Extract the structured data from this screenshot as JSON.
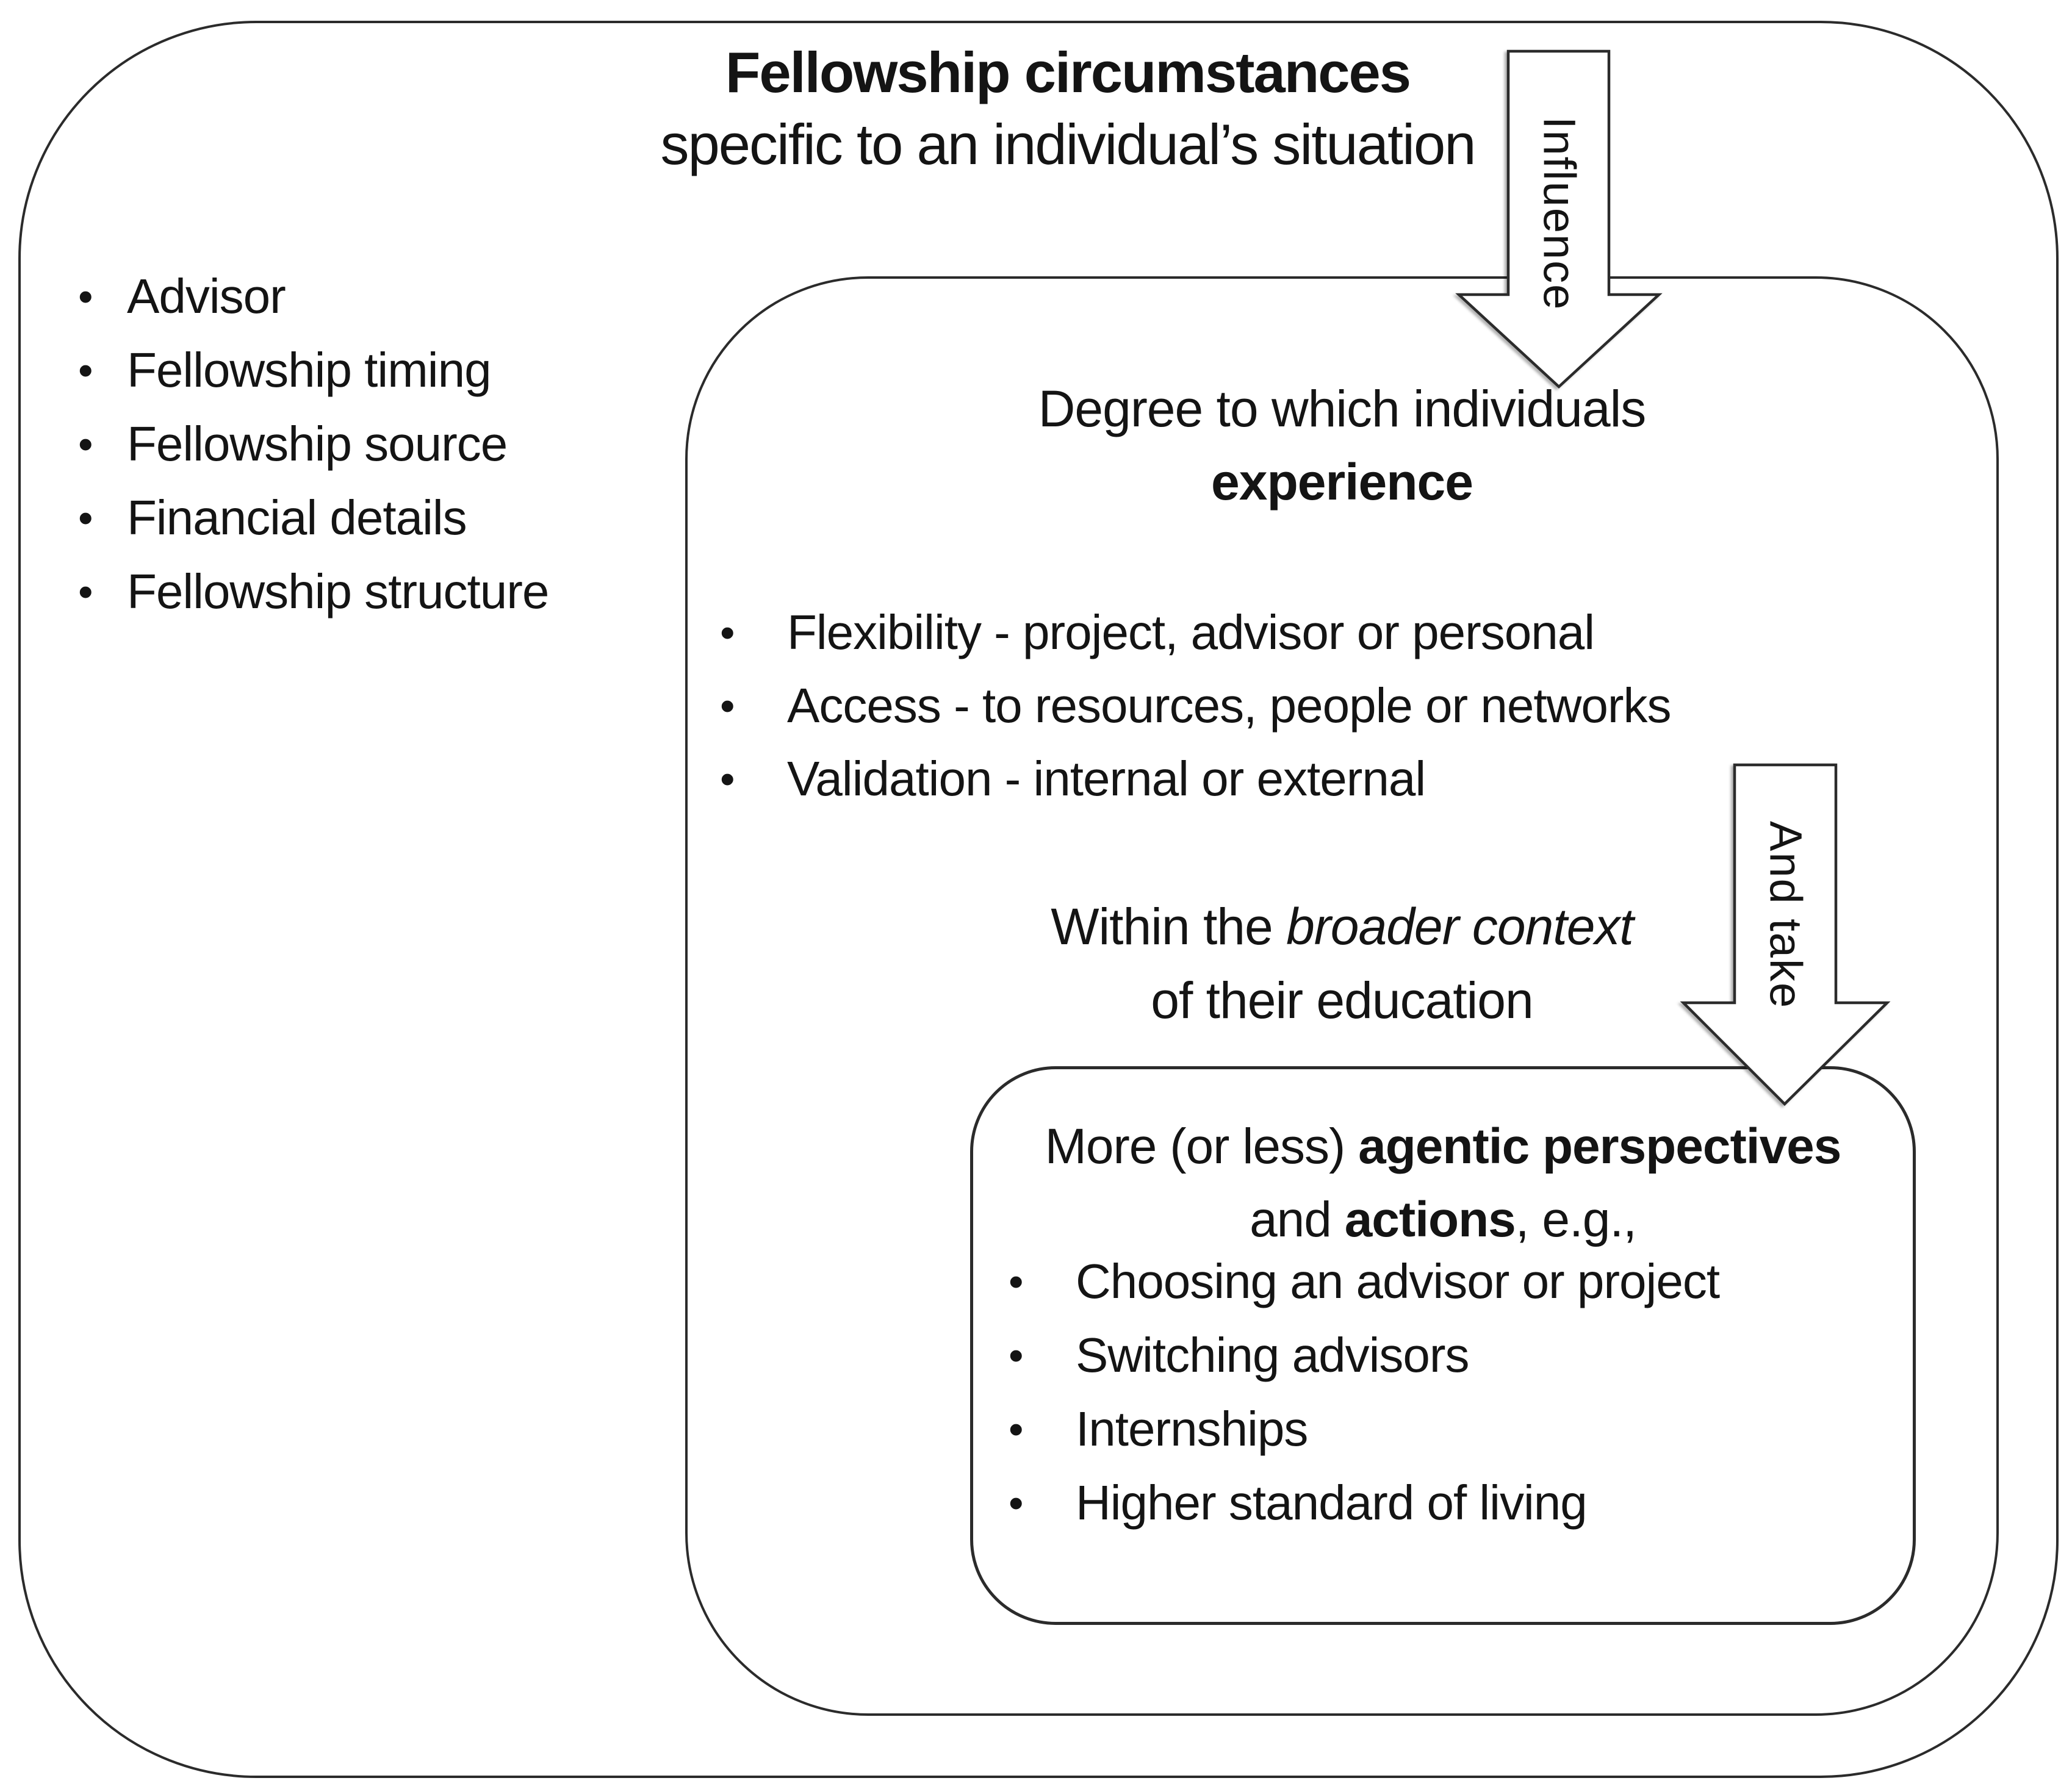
{
  "diagram": {
    "outer_box": {
      "title_line1": "Fellowship circumstances",
      "title_line2": "specific to an individual’s situation",
      "bullets": [
        "Advisor",
        "Fellowship timing",
        "Fellowship source",
        "Financial details",
        "Fellowship structure"
      ]
    },
    "influence_arrow": {
      "label": "Influence"
    },
    "middle_box": {
      "title_line1": "Degree to which individuals",
      "title_line2": "experience",
      "bullets": [
        "Flexibility - project, advisor or personal",
        "Access - to resources, people or networks",
        "Validation - internal or external"
      ],
      "context_line1_prefix": "Within the ",
      "context_line1_italic": "broader context",
      "context_line2": "of their education"
    },
    "and_take_arrow": {
      "label": "And take"
    },
    "inner_box": {
      "title_line1_prefix": "More (or less) ",
      "title_line1_bold": "agentic perspectives",
      "title_line2_prefix": "and ",
      "title_line2_bold": "actions",
      "title_line2_suffix": ", e.g.,",
      "bullets": [
        "Choosing an advisor or project",
        "Switching advisors",
        "Internships",
        "Higher standard of living"
      ]
    },
    "colors": {
      "border": "#2b2b2b",
      "background": "#ffffff",
      "text": "#141414"
    }
  }
}
